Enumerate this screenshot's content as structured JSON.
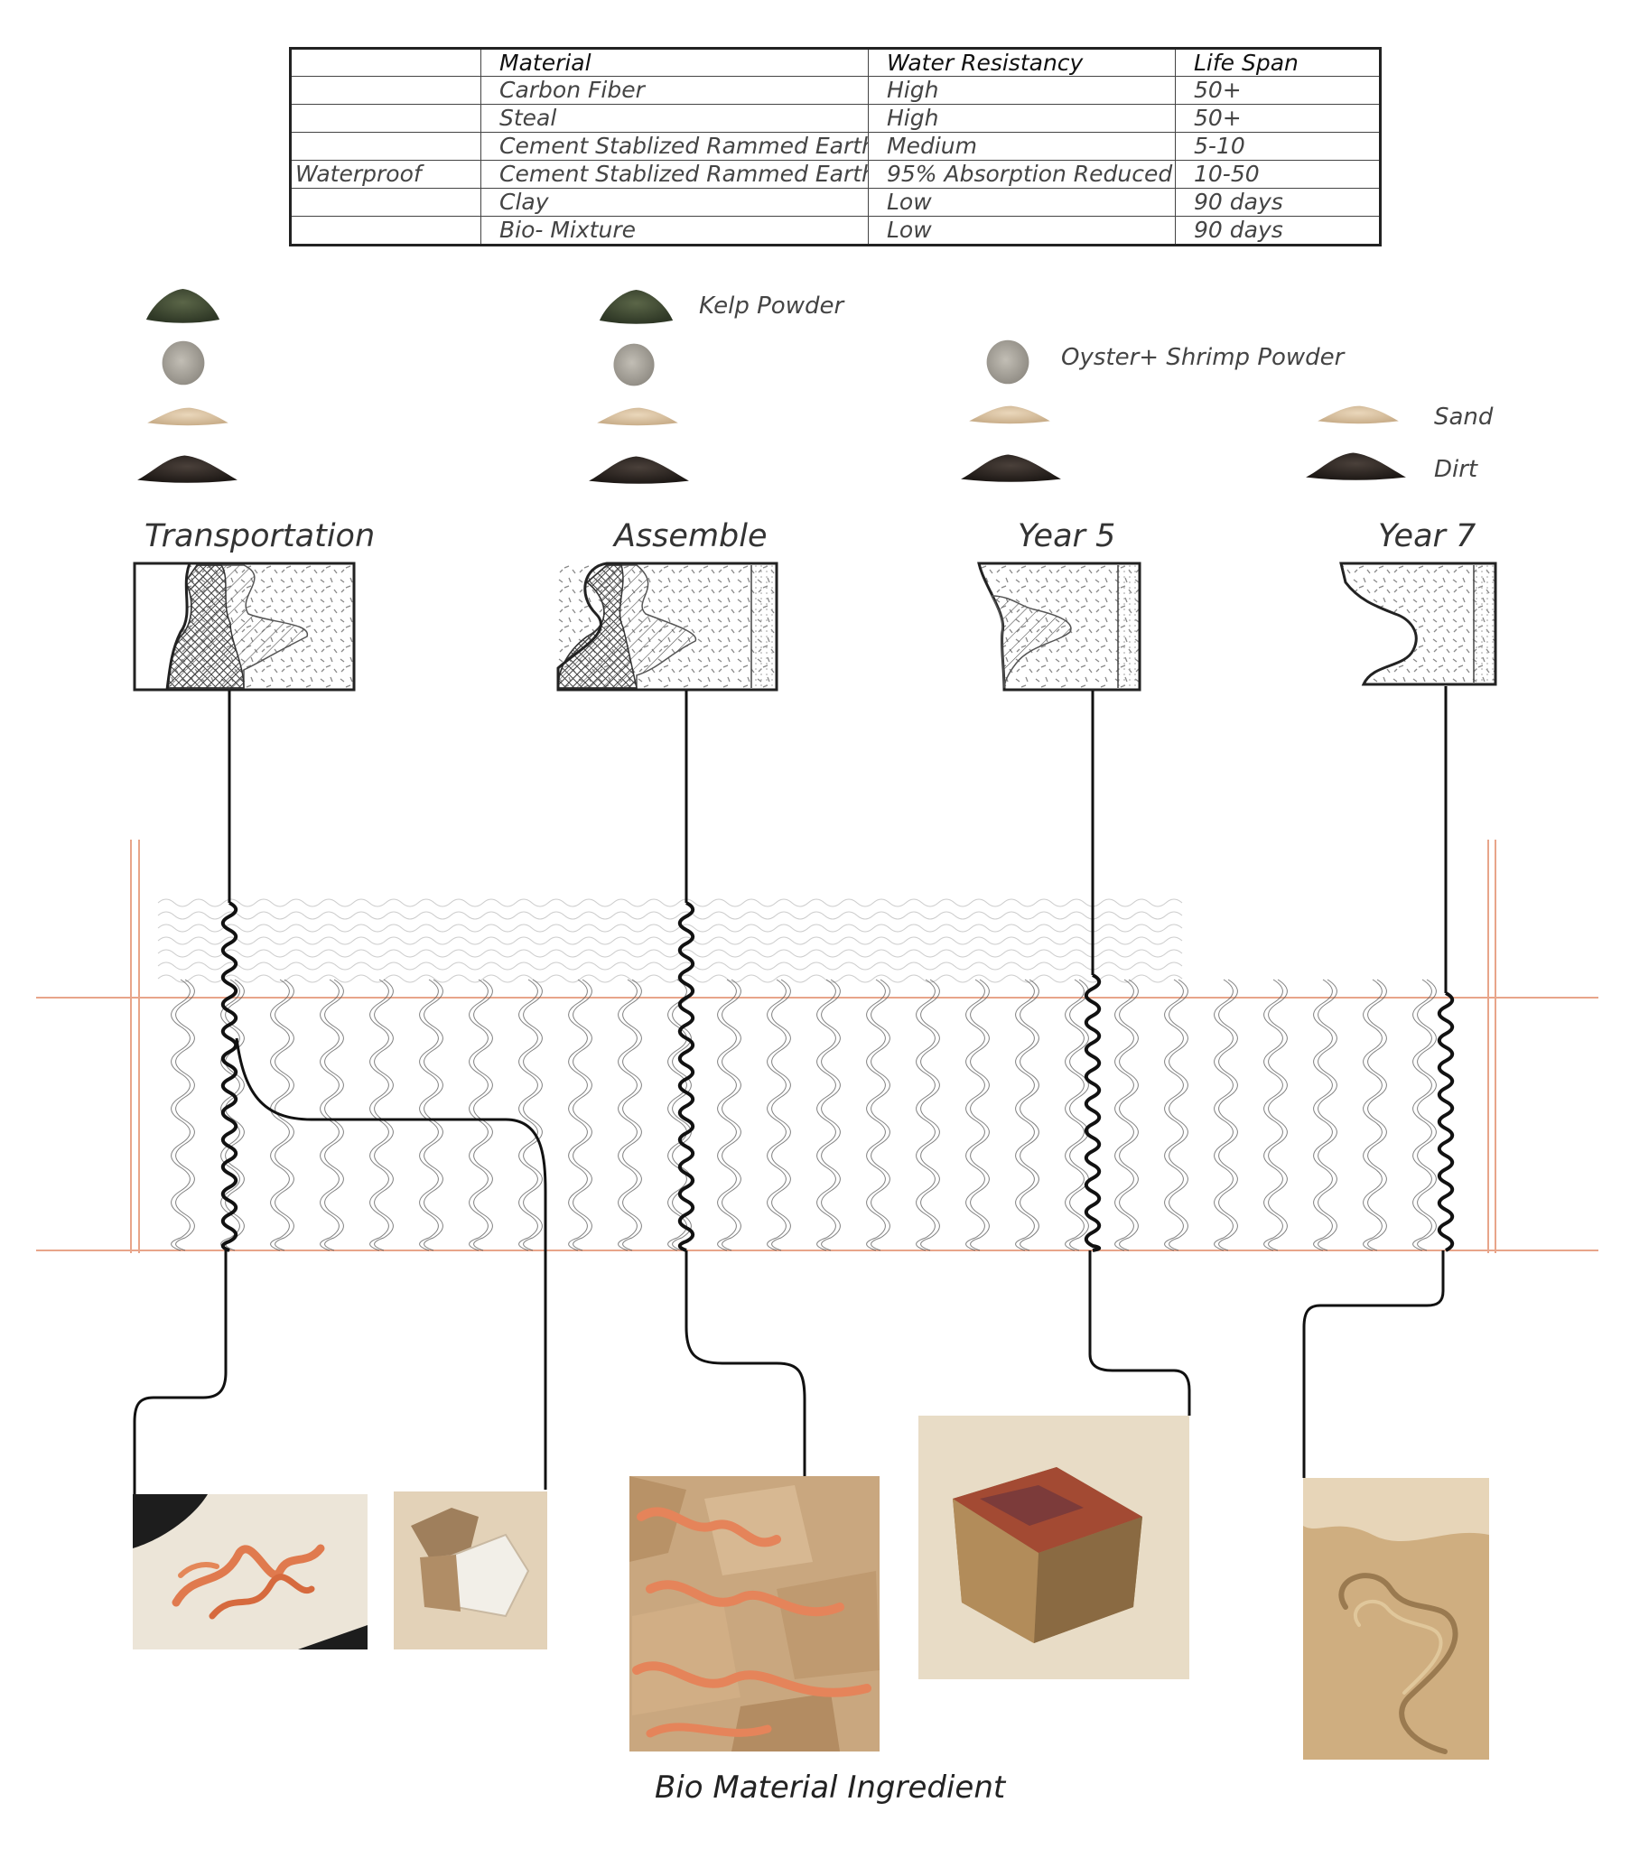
{
  "table": {
    "headers": [
      "",
      "Material",
      "Water Resistancy",
      "Life Span"
    ],
    "rows": [
      [
        "",
        "Carbon Fiber",
        "High",
        "50+"
      ],
      [
        "",
        "Steal",
        "High",
        "50+"
      ],
      [
        "",
        "Cement Stablized Rammed Earth",
        "Medium",
        "5-10"
      ],
      [
        "Waterproof",
        "Cement Stablized Rammed Earth",
        "95% Absorption Reduced",
        "10-50"
      ],
      [
        "",
        "Clay",
        "Low",
        "90 days"
      ],
      [
        "",
        "Bio- Mixture",
        "Low",
        "90 days"
      ]
    ]
  },
  "ingredients": {
    "kelp": "Kelp Powder",
    "oyster": "Oyster+ Shrimp Powder",
    "sand": "Sand",
    "dirt": "Dirt"
  },
  "stages": [
    "Transportation",
    "Assemble",
    "Year 5",
    "Year 7"
  ],
  "caption": "Bio Material Ingredient",
  "colors": {
    "kelp": "#3c4530",
    "oyster": "#a39f95",
    "sand": "#d9c3a3",
    "dirt": "#2b2521",
    "guide_line": "#e8a58a",
    "connector": "#111111",
    "orange_clay": "#e07a4e",
    "earth": "#c9a77f"
  }
}
